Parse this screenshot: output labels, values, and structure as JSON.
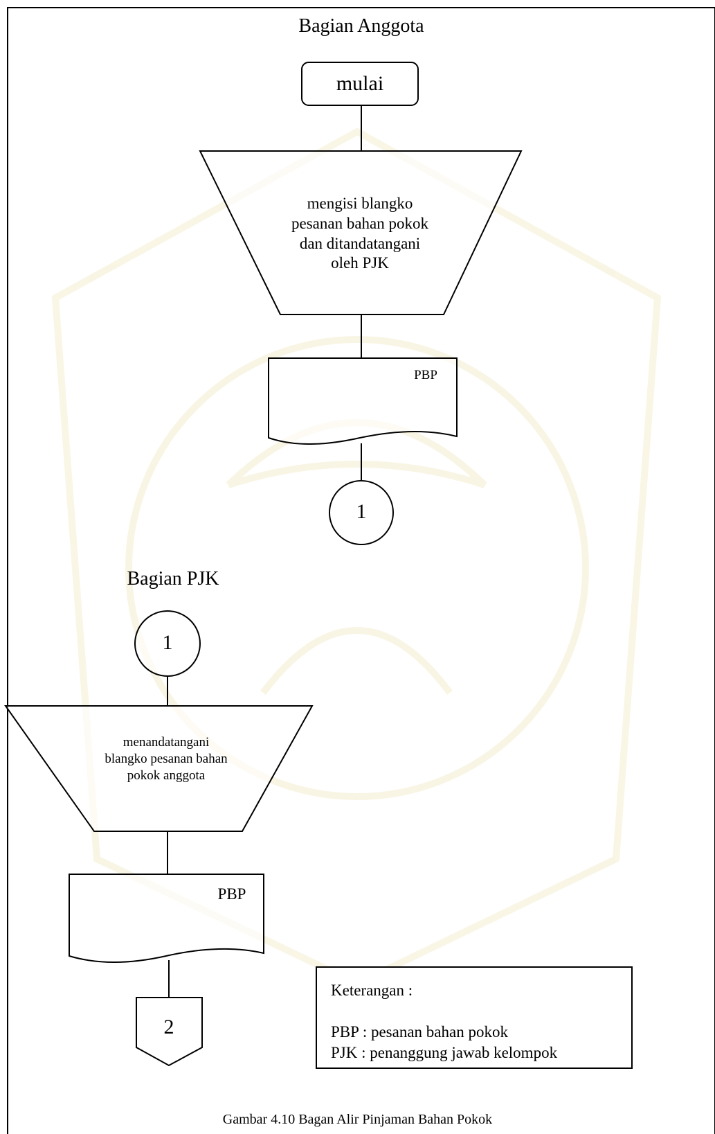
{
  "lanes": {
    "anggota": "Bagian Anggota",
    "pjk": "Bagian PJK"
  },
  "nodes": {
    "start": "mulai",
    "manual1": [
      "mengisi blangko",
      "pesanan bahan pokok",
      "dan ditandatangani",
      "oleh PJK"
    ],
    "doc1": "PBP",
    "connector1_out": "1",
    "connector1_in": "1",
    "manual2": [
      "menandatangani",
      "blangko pesanan bahan",
      "pokok anggota"
    ],
    "doc2": "PBP",
    "offpage2": "2"
  },
  "legend": {
    "title": "Keterangan :",
    "items": [
      "PBP : pesanan bahan pokok",
      "PJK : penanggung jawab kelompok"
    ]
  },
  "caption": "Gambar 4.10 Bagan Alir Pinjaman Bahan Pokok"
}
